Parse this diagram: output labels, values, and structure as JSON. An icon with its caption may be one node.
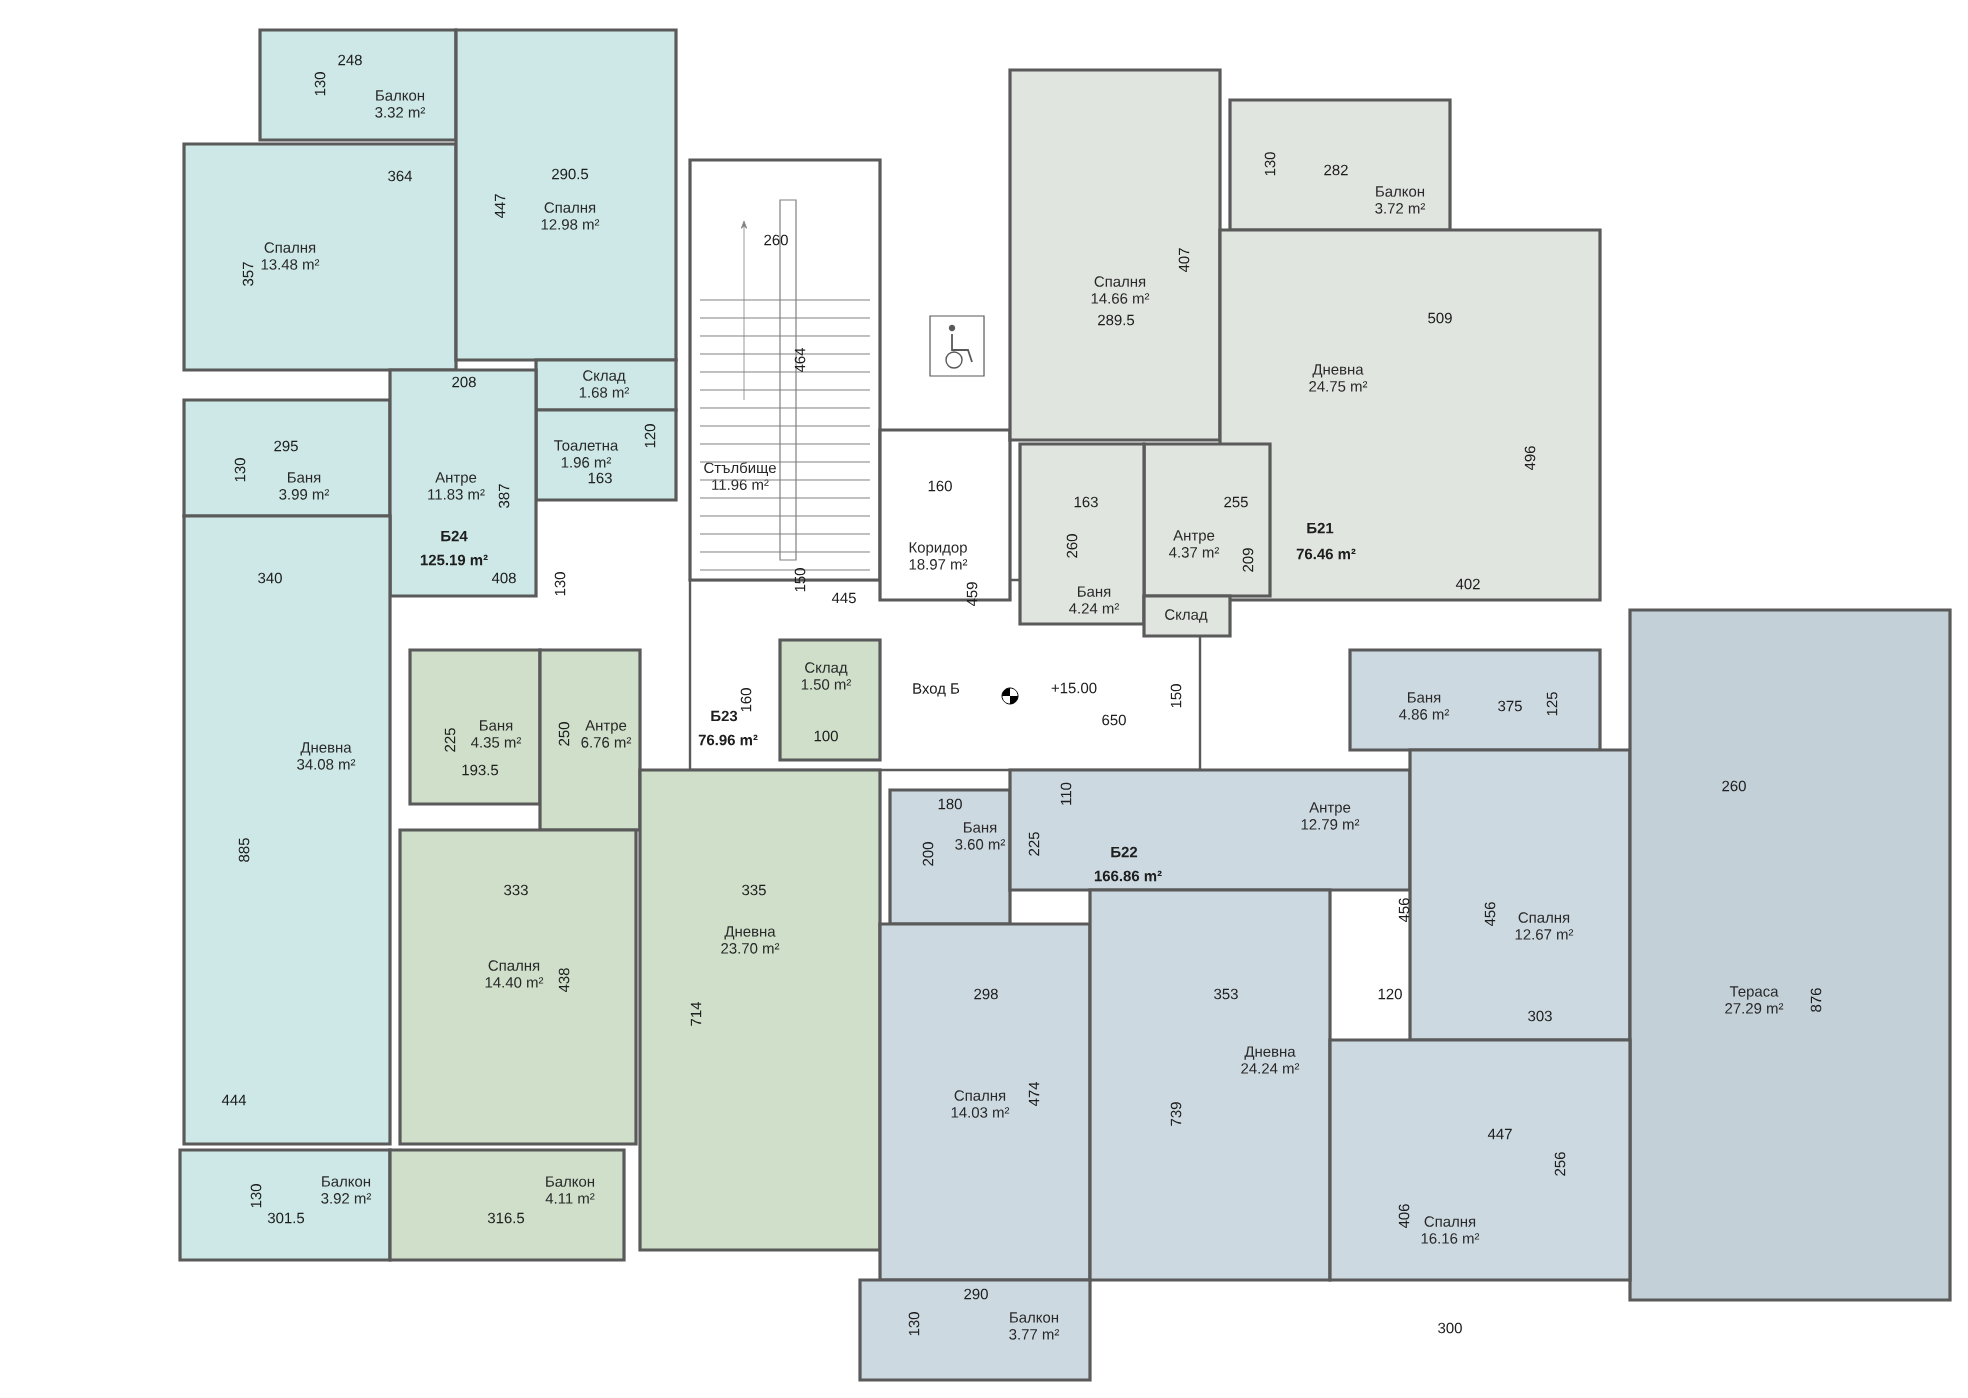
{
  "diagram": {
    "nodes": [
      {
        "text": [
          "Балкон",
          "3.32 m²"
        ]
      },
      {
        "text": [
          "Спалня",
          "13.48 m²"
        ]
      },
      {
        "text": [
          "Спалня",
          "12.98 m²"
        ]
      },
      {
        "text": [
          "Склад",
          "1.68 m²"
        ]
      },
      {
        "text": [
          "Тоалетна",
          "1.96 m²"
        ]
      },
      {
        "text": [
          "Баня",
          "3.99 m²"
        ]
      },
      {
        "text": [
          "Антре",
          "11.83 m²"
        ]
      },
      {
        "text": [
          "Стълбище",
          "11.96 m²"
        ]
      },
      {
        "text": [
          "Коридор",
          "18.97 m²"
        ]
      },
      {
        "text": [
          "Спалня",
          "14.66 m²"
        ]
      },
      {
        "text": [
          "Балкон",
          "3.72 m²"
        ]
      },
      {
        "text": [
          "Дневна",
          "24.75 m²"
        ]
      },
      {
        "text": [
          "Антре",
          "4.37 m²"
        ]
      },
      {
        "text": [
          "Баня",
          "4.24 m²"
        ]
      },
      {
        "text": [
          "Склад"
        ]
      },
      {
        "text": [
          "Дневна",
          "34.08 m²"
        ]
      },
      {
        "text": [
          "Баня",
          "4.35 m²"
        ]
      },
      {
        "text": [
          "Антре",
          "6.76 m²"
        ]
      },
      {
        "text": [
          "Склад",
          "1.50 m²"
        ]
      },
      {
        "text": [
          "Баня",
          "4.86 m²"
        ]
      },
      {
        "text": [
          "Баня",
          "3.60 m²"
        ]
      },
      {
        "text": [
          "Антре",
          "12.79 m²"
        ]
      },
      {
        "text": [
          "Спалня",
          "14.40 m²"
        ]
      },
      {
        "text": [
          "Дневна",
          "23.70 m²"
        ]
      },
      {
        "text": [
          "Спалня",
          "12.67 m²"
        ]
      },
      {
        "text": [
          "Тераса",
          "27.29 m²"
        ]
      },
      {
        "text": [
          "Спалня",
          "14.03 m²"
        ]
      },
      {
        "text": [
          "Дневна",
          "24.24 m²"
        ]
      },
      {
        "text": [
          "Спалня",
          "16.16 m²"
        ]
      },
      {
        "text": [
          "Балкон",
          "3.92 m²"
        ]
      },
      {
        "text": [
          "Балкон",
          "4.11 m²"
        ]
      },
      {
        "text": [
          "Балкон",
          "3.77 m²"
        ]
      }
    ],
    "labels": [
      "248",
      "130",
      "364",
      "447",
      "290.5",
      "357",
      "260",
      "464",
      "208",
      "120",
      "295",
      "130",
      "163",
      "387",
      "Б24",
      "125.19 m²",
      "340",
      "408",
      "130",
      "150",
      "130",
      "282",
      "407",
      "289.5",
      "509",
      "496",
      "160",
      "163",
      "255",
      "260",
      "209",
      "Б21",
      "76.46 m²",
      "445",
      "459",
      "402",
      "160",
      "Б23",
      "76.96 m²",
      "Вход Б",
      "+15.00",
      "150",
      "650",
      "100",
      "375",
      "125",
      "225",
      "250",
      "193.5",
      "260",
      "180",
      "110",
      "200",
      "225",
      "Б22",
      "166.86 m²",
      "885",
      "333",
      "335",
      "438",
      "456",
      "456",
      "298",
      "353",
      "120",
      "303",
      "714",
      "876",
      "474",
      "739",
      "444",
      "447",
      "256",
      "406",
      "130",
      "301.5",
      "316.5",
      "290",
      "130",
      "300"
    ]
  }
}
